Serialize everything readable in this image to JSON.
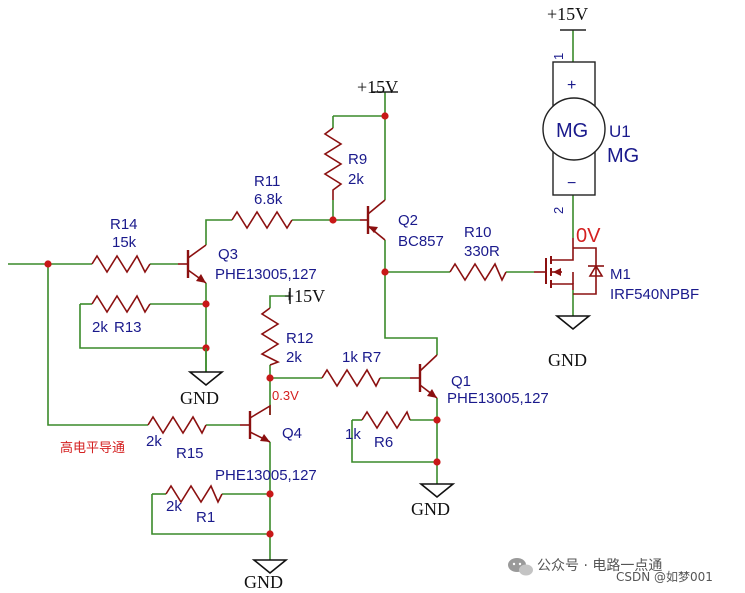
{
  "supplies": {
    "top_mg": "+15V",
    "top_q2": "+15V",
    "mid_r14": "+15V"
  },
  "grounds": {
    "label": "GND"
  },
  "motor": {
    "ref": "U1",
    "name": "MG",
    "symbol": "MG",
    "plus": "+",
    "minus": "−",
    "pin1": "1",
    "pin2": "2"
  },
  "voltage_notes": {
    "drain": "0V",
    "node_r14": "0.3V"
  },
  "input_note": "高电平导通",
  "resistors": [
    {
      "ref": "R1",
      "value": "2k"
    },
    {
      "ref": "R6",
      "value": "1k"
    },
    {
      "ref": "R7",
      "value": "1k"
    },
    {
      "ref": "R9",
      "value": "2k"
    },
    {
      "ref": "R10",
      "value": "330R"
    },
    {
      "ref": "R11",
      "value": "6.8k"
    },
    {
      "ref": "R12",
      "value": "2k"
    },
    {
      "ref": "R13",
      "value": "2k"
    },
    {
      "ref": "R14",
      "value": "15k"
    },
    {
      "ref": "R15",
      "value": "2k"
    }
  ],
  "transistors": [
    {
      "ref": "Q1",
      "part": "PHE13005,127"
    },
    {
      "ref": "Q2",
      "part": "BC857"
    },
    {
      "ref": "Q3",
      "part": "PHE13005,127"
    },
    {
      "ref": "Q4",
      "part": "PHE13005,127"
    }
  ],
  "mosfet": {
    "ref": "M1",
    "part": "IRF540NPBF"
  },
  "watermark": {
    "channel": "公众号 · 电路一点通",
    "csdn": "CSDN @如梦001"
  }
}
